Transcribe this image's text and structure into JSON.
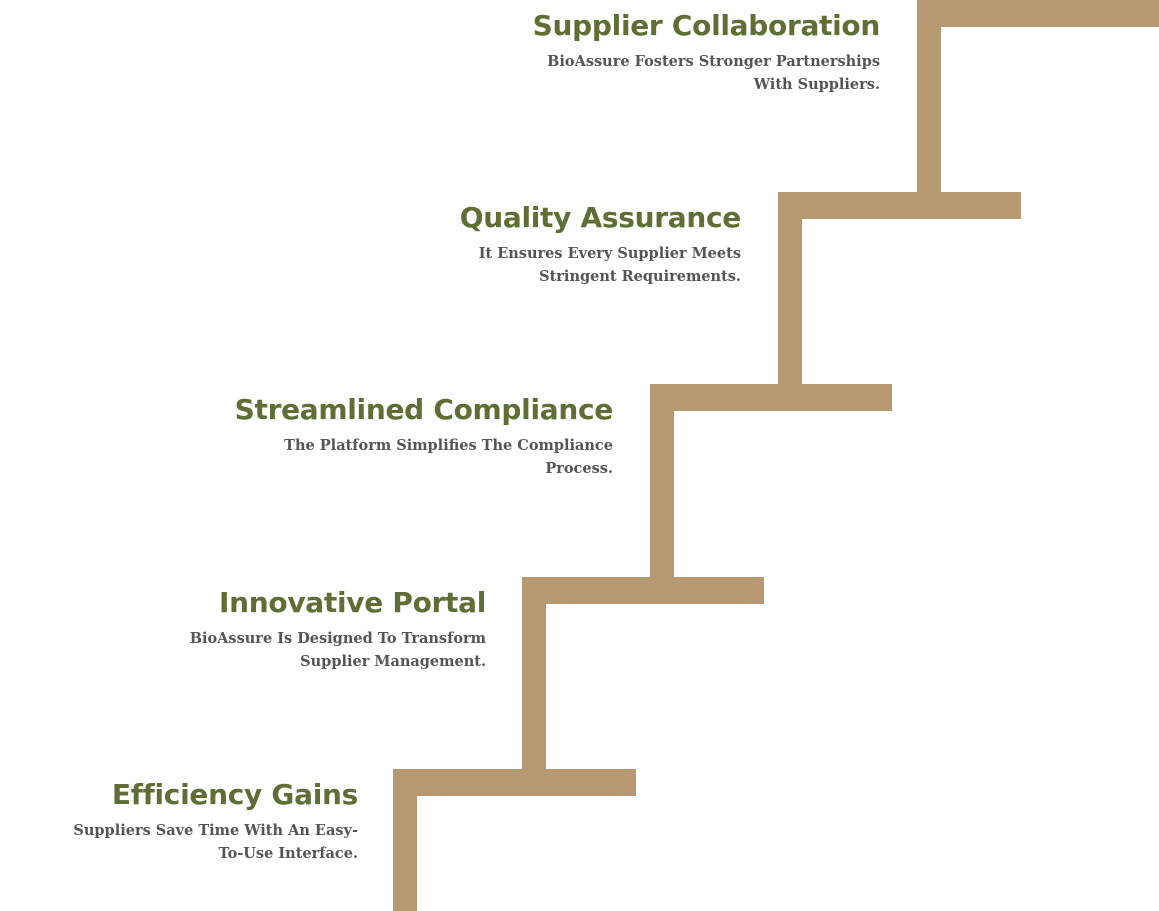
{
  "colors": {
    "title": "#5f6e35",
    "stair": "#b69970",
    "description": "#555555"
  },
  "steps": [
    {
      "title": "Supplier Collaboration",
      "line1": "BioAssure Fosters Stronger Partnerships",
      "line2": "With Suppliers."
    },
    {
      "title": "Quality Assurance",
      "line1": "It Ensures Every Supplier Meets",
      "line2": "Stringent Requirements."
    },
    {
      "title": "Streamlined Compliance",
      "line1": "The Platform Simplifies The Compliance",
      "line2": "Process."
    },
    {
      "title": "Innovative Portal",
      "line1": "BioAssure Is Designed To Transform",
      "line2": "Supplier Management."
    },
    {
      "title": "Efficiency Gains",
      "line1": "Suppliers Save Time With An Easy-",
      "line2": "To-Use Interface."
    }
  ]
}
